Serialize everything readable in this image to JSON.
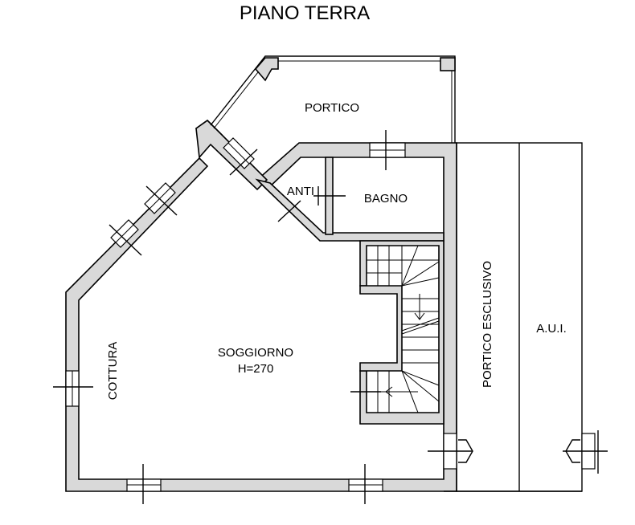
{
  "title": "PIANO TERRA",
  "rooms": {
    "portico": "PORTICO",
    "anti": "ANTI",
    "bagno": "BAGNO",
    "soggiorno": "SOGGIORNO",
    "height": "H=270",
    "cottura": "COTTURA",
    "portico_esclusivo": "PORTICO ESCLUSIVO",
    "aui": "A.U.I."
  },
  "colors": {
    "wall_fill": "#d9d9d9",
    "line": "#000000",
    "background": "#ffffff"
  }
}
